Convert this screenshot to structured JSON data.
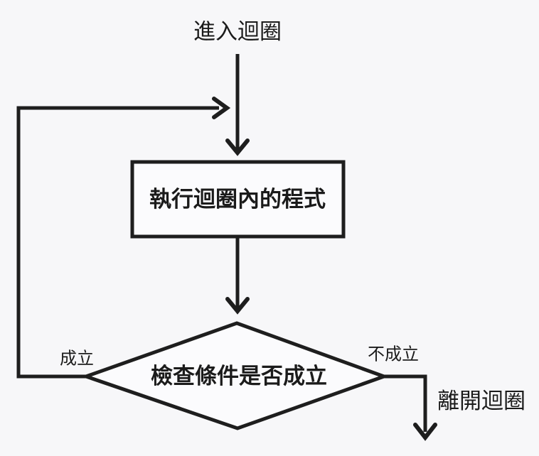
{
  "diagram": {
    "type": "flowchart",
    "language": "zh-Hant",
    "colors": {
      "background": "#f7f7f9",
      "stroke": "#1e1e1e",
      "text": "#1b1b1b",
      "shape_fill": "#fbfbfd"
    },
    "nodes": {
      "entry_label": "進入迴圈",
      "process_label": "執行迴圈內的程式",
      "decision_label": "檢查條件是否成立",
      "exit_label": "離開迴圈"
    },
    "branches": {
      "true_label": "成立",
      "false_label": "不成立"
    },
    "flow": {
      "description": "entry -> process box -> decision diamond; true branch loops back to top of process; false branch exits downward"
    }
  }
}
